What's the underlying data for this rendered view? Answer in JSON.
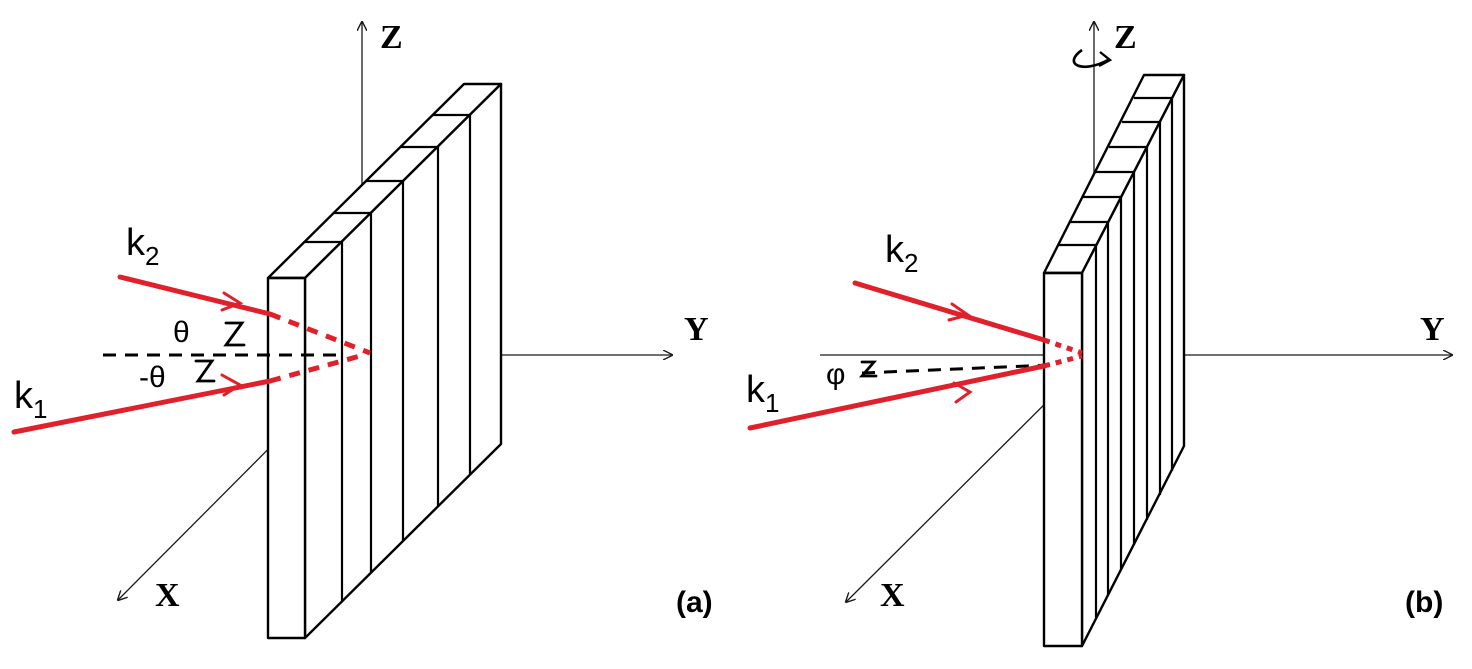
{
  "panel_a": {
    "label": "(a)",
    "axes": {
      "z": "Z",
      "y": "Y",
      "x": "X"
    },
    "beams": {
      "k2": "k",
      "k2_sub": "2",
      "k1": "k",
      "k1_sub": "1"
    },
    "angles": {
      "upper": "θ",
      "lower": "-θ"
    }
  },
  "panel_b": {
    "label": "(b)",
    "axes": {
      "z": "Z",
      "y": "Y",
      "x": "X"
    },
    "beams": {
      "k2": "k",
      "k2_sub": "2",
      "k1": "k",
      "k1_sub": "1"
    },
    "angles": {
      "tilt": "φ"
    }
  },
  "colors": {
    "beam": "#e0202a",
    "lines": "#000000"
  }
}
